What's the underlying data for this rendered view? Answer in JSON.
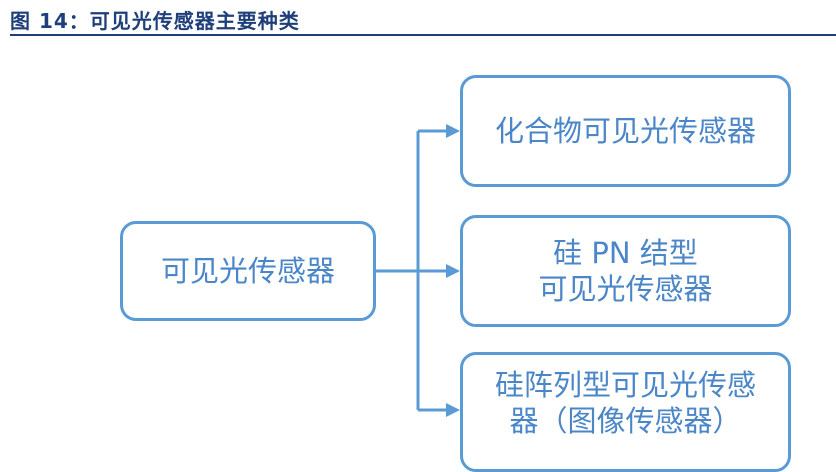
{
  "header": {
    "figure_title": "图 14：可见光传感器主要种类"
  },
  "diagram": {
    "root": {
      "label": "可见光传感器"
    },
    "children": [
      {
        "lines": [
          "化合物可见光传感器"
        ]
      },
      {
        "lines": [
          "硅 PN 结型",
          "可见光传感器"
        ]
      },
      {
        "lines": [
          "硅阵列型可见光传感",
          "器（图像传感器）"
        ]
      }
    ]
  },
  "colors": {
    "title": "#1f3f7a",
    "node_border": "#5b9bd5",
    "node_text": "#4a86c8",
    "connector": "#5b9bd5"
  }
}
